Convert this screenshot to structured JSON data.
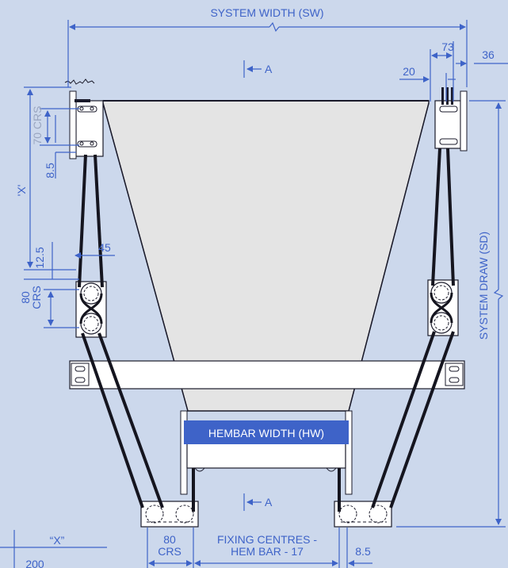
{
  "labels": {
    "system_width": "SYSTEM WIDTH (SW)",
    "system_draw": "SYSTEM DRAW (SD)",
    "hembar_width": "HEMBAR WIDTH (HW)",
    "fixing_centres_line1": "FIXING CENTRES -",
    "fixing_centres_line2": "HEM BAR - 17",
    "section_a_top": "A",
    "section_a_bottom": "A",
    "x_marker": "'X'",
    "x_table_header": "“X”",
    "x_table_value": "200"
  },
  "dimensions": {
    "d73": "73",
    "d36": "36",
    "d20": "20",
    "d70crs": "70 CRS",
    "d8_5_top": "8.5",
    "d12_5": "12.5",
    "d45": "45",
    "d80crs_side_a": "80",
    "d80crs_side_b": "CRS",
    "d80crs_bottom_a": "80",
    "d80crs_bottom_b": "CRS",
    "d8_5_bottom": "8.5"
  },
  "colors": {
    "background": "#ccd8ec",
    "dimension": "#3e63c8",
    "fabric": "#e4e4e4",
    "outline": "#1a1a2a",
    "cord": "#15151f"
  }
}
